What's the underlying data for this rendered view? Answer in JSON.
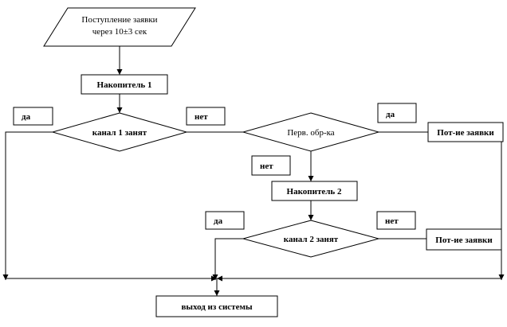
{
  "start": {
    "line1": "Поступление заявки",
    "line2": "через 10±3 сек"
  },
  "accumulator1": "Накопитель 1",
  "decision1": "канал 1 занят",
  "decision1_yes": "да",
  "decision1_no": "нет",
  "decision2": "Перв. обр-ка",
  "decision2_yes": "да",
  "decision2_no": "нет",
  "loss1": "Пот-ие заявки",
  "accumulator2": "Накопитель 2",
  "decision3": "канал 2 занят",
  "decision3_yes": "да",
  "decision3_no": "нет",
  "loss2": "Пот-ие заявки",
  "exit": "выход из системы"
}
